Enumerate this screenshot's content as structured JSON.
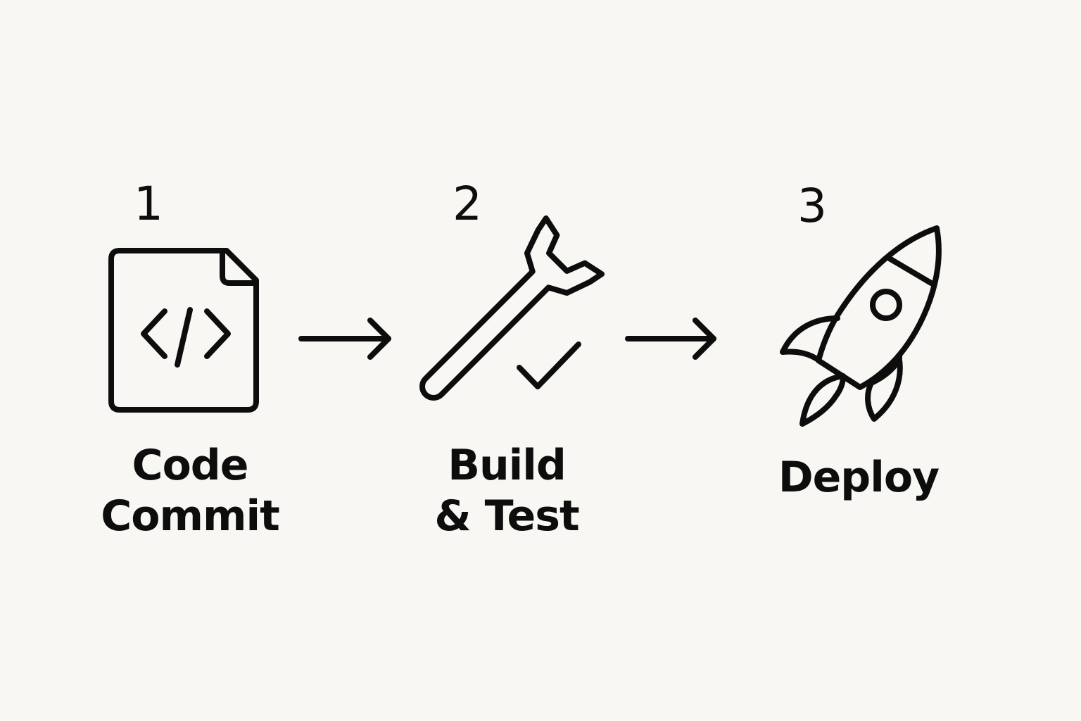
{
  "steps": [
    {
      "number": "1",
      "label_line1": "Code",
      "label_line2": "Commit",
      "icon": "code-file-icon"
    },
    {
      "number": "2",
      "label_line1": "Build",
      "label_line2": "& Test",
      "icon": "wrench-check-icon"
    },
    {
      "number": "3",
      "label_line1": "Deploy",
      "label_line2": "",
      "icon": "rocket-icon"
    }
  ],
  "connectors": [
    "arrow-right-icon",
    "arrow-right-icon"
  ],
  "colors": {
    "background": "#f8f7f3",
    "ink": "#0d0d0d"
  }
}
